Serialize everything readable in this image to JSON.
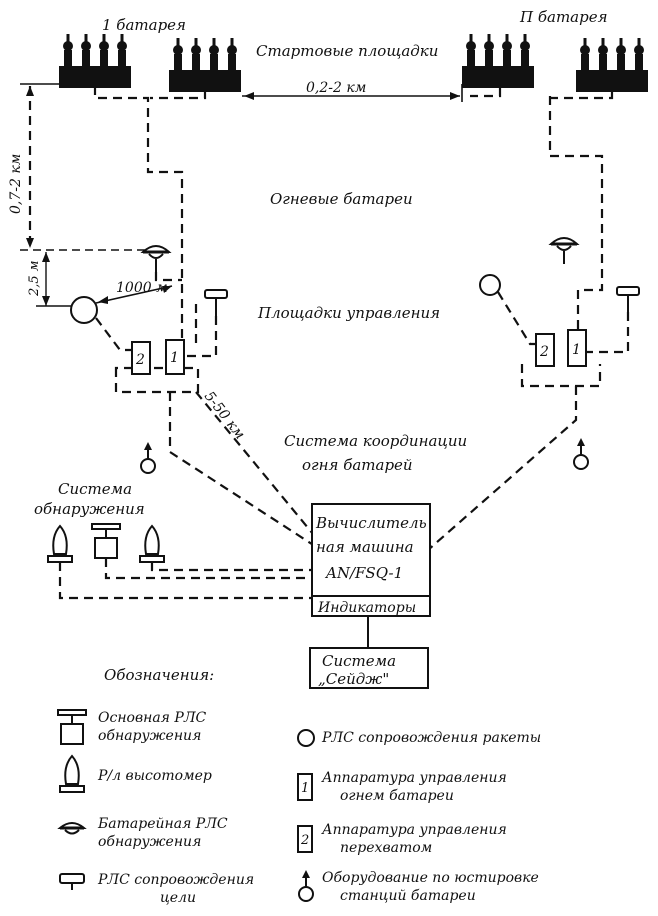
{
  "labels": {
    "battery1": "1 батарея",
    "battery2": "П батарея",
    "launch_sites": "Стартовые площадки",
    "fire_batteries": "Огневые батареи",
    "control_sites": "Площадки управления",
    "coord_line1": "Система координации",
    "coord_line2": "огня батарей",
    "detection_line1": "Система",
    "detection_line2": "обнаружения",
    "computer_line1": "Вычислитель",
    "computer_line2": "ная машина",
    "computer_line3": "AN/FSQ-1",
    "indicators": "Индикаторы",
    "sage_line1": "Система",
    "sage_line2": "„Сейдж\""
  },
  "distances": {
    "between_batteries": "0,2-2 км",
    "vertical": "0,7-2 км",
    "mast": "2,5 м",
    "cable": "1000 м",
    "coord": "5-50 км"
  },
  "control_numbers": {
    "fire_control": "1",
    "intercept": "2"
  },
  "legend": {
    "title": "Обозначения:",
    "main_radar_1": "Основная РЛС",
    "main_radar_2": "обнаружения",
    "height_finder": "Р/л высотомер",
    "battery_radar_1": "Батарейная РЛС",
    "battery_radar_2": "обнаружения",
    "target_track_1": "РЛС сопровождения",
    "target_track_2": "цели",
    "missile_track": "РЛС сопровождения ракеты",
    "fire_ctrl_num": "1",
    "fire_ctrl_1": "Аппаратура управления",
    "fire_ctrl_2": "огнем батареи",
    "intercept_num": "2",
    "intercept_1": "Аппаратура управления",
    "intercept_2": "перехватом",
    "alignment_1": "Оборудование по юстировке",
    "alignment_2": "станций батареи"
  }
}
